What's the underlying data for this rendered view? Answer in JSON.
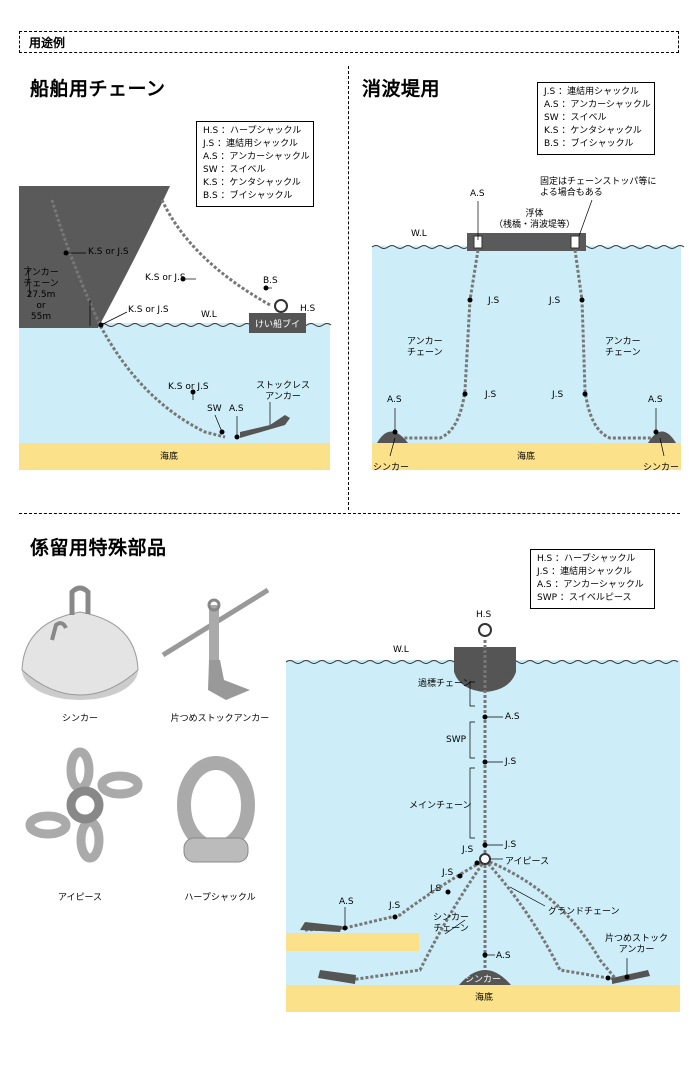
{
  "header": {
    "title": "用途例"
  },
  "section1": {
    "title": "船舶用チェーン",
    "legend": [
      "H.S ：ハープシャックル",
      "J.S ：連結用シャックル",
      "A.S ：アンカーシャックル",
      "SW ：スイベル",
      "K.S ：ケンタシャックル",
      "B.S ：ブイシャックル"
    ],
    "labels": {
      "ks_js_1": "K.S or J.S",
      "ks_js_2": "K.S or J.S",
      "ks_js_3": "K.S or J.S",
      "ks_js_4": "K.S or J.S",
      "bs": "B.S",
      "hs": "H.S",
      "wl": "W.L",
      "buoy": "けい船ブイ",
      "anchor_chain": "アンカー\nチェーン\n27.5m\nor\n55m",
      "sw": "SW",
      "as": "A.S",
      "stockless": "ストックレス\nアンカー",
      "seabed": "海底"
    }
  },
  "section2": {
    "title": "消波堤用",
    "legend": [
      "J.S ：連結用シャックル",
      "A.S ：アンカーシャックル",
      "SW ：スイベル",
      "K.S ：ケンタシャックル",
      "B.S ：ブイシャックル"
    ],
    "labels": {
      "note": "固定はチェーンストッパ等に\nよる場合もある",
      "as_top": "A.S",
      "float": "浮体\n（桟橋・消波堤等）",
      "wl": "W.L",
      "js_l1": "J.S",
      "js_r1": "J.S",
      "chain_l": "アンカー\nチェーン",
      "chain_r": "アンカー\nチェーン",
      "js_l2": "J.S",
      "js_r2": "J.S",
      "as_l": "A.S",
      "as_r": "A.S",
      "sinker_l": "シンカー",
      "sinker_r": "シンカー",
      "seabed": "海底"
    }
  },
  "section3": {
    "title": "係留用特殊部品",
    "captions": [
      "シンカー",
      "片つめストックアンカー",
      "アイピース",
      "ハープシャックル"
    ],
    "legend": [
      "H.S ：ハープシャックル",
      "J.S ：連結用シャックル",
      "A.S ：アンカーシャックル",
      "SWP ：スイベルピース"
    ],
    "labels": {
      "hs": "H.S",
      "wl": "W.L",
      "tsugi": "過標チェーン",
      "as1": "A.S",
      "swp": "SWP",
      "js1": "J.S",
      "main_chain": "メインチェーン",
      "js2": "J.S",
      "js3": "J.S",
      "eye": "アイピース",
      "js4": "J.S",
      "js5": "J.S",
      "as2": "A.S",
      "js6": "J.S",
      "sinker_chain": "シンカー\nチェーン",
      "ground_chain": "グランドチェーン",
      "as3": "A.S",
      "anchor": "片つめストック\nアンカー",
      "sinker": "シンカー",
      "seabed": "海底"
    }
  }
}
